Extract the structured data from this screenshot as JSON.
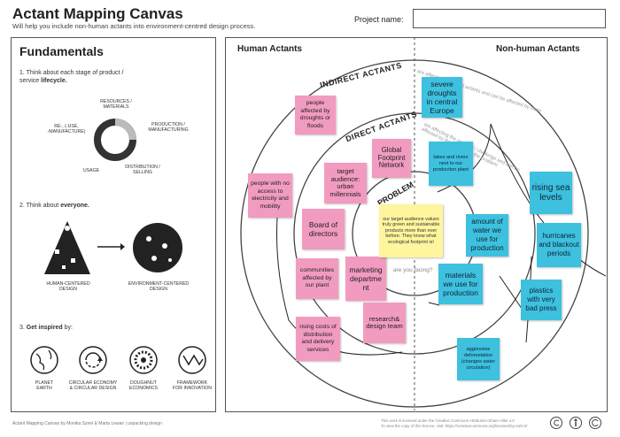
{
  "header": {
    "title": "Actant Mapping Canvas",
    "subtitle": "Will help you include non-human actants into environment-centred design process.",
    "project_label": "Project name:",
    "project_value": ""
  },
  "fundamentals": {
    "title": "Fundamentals",
    "step1_a": "1. Think about each stage of product /",
    "step1_b": "service ",
    "step1_bold": "lifecycle.",
    "lifecycle": {
      "resources": "RESOURCES /\nMATERIALS",
      "production": "PRODUCTION /\nMANUFACTURING",
      "distribution": "DISTRIBUTION /\nSELLING",
      "usage": "USAGE",
      "reuse": "RE-, (-USE,\n-MANUFACTURE)"
    },
    "step2_a": "2. Think about ",
    "step2_bold": "everyone.",
    "human_centered": "HUMAN-CENTERED\nDESIGN",
    "environment_centered": "ENVIRONMENT-CENTERED\nDESIGN",
    "step3_a": "3. ",
    "step3_bold": "Get inspired",
    "step3_b": " by:",
    "inspirations": [
      {
        "label": "PLANET\nEARTH",
        "icon": "globe-icon"
      },
      {
        "label": "CIRCULAR ECONOMY\n& CIRCULAR DESIGN",
        "icon": "circular-arrows-icon"
      },
      {
        "label": "DOUGHNUT\nECONOMICS",
        "icon": "doughnut-icon"
      },
      {
        "label": "FRAMEWORK\nFOR INNOVATION",
        "icon": "framework-icon"
      }
    ]
  },
  "canvas": {
    "human_header": "Human Actants",
    "nonhuman_header": "Non-human Actants",
    "ring_indirect": "INDIRECT ACTANTS",
    "ring_direct": "DIRECT ACTANTS",
    "ring_problem": "PROBLEM",
    "indirect_caption": "are affecting the direct actants and can be affected by them",
    "direct_caption": "are affecting the problem / challenge and can be affected by the solution to the problem",
    "problem_caption": "are you facing?",
    "notes": {
      "p1": "people affected by droughts or floods",
      "p2": "people with no access to electricity and mobility",
      "p3": "target audience: urban millennials",
      "p4": "Global Footprint Network",
      "p5": "Board of directors",
      "p6": "communities affected by our plant",
      "p7": "marketing departme nt",
      "p8": "research& design team",
      "p9": "rising costs of distribution and delivery services",
      "b1": "severe droughts in central Europe",
      "b2": "lakes and rivers next to our production plant",
      "b3": "rising sea levels",
      "b4": "amount of water we use for production",
      "b5": "hurricanes and blackout periods",
      "b6": "materials we use for production",
      "b7": "plastics with very bad press",
      "b8": "aggressive deforestation (changes water circulation)",
      "y1": "our target audience values truly green and sustainable products more than ever before. They know what ecological footprint is!"
    }
  },
  "footer": {
    "left": "Actant Mapping Canvas by Monika Sznel & Marta Lewan | uxpacking.design",
    "right_1": "This work is licensed under the Creative Commons Attribution-Share Alike 4.0",
    "right_2": "To view the copy of this licence, visit: https://creativecommons.org/licenses/by-sa/4.0/"
  },
  "colors": {
    "pink": "#f29bc0",
    "blue": "#3dc1df",
    "yellow": "#fff59d"
  }
}
